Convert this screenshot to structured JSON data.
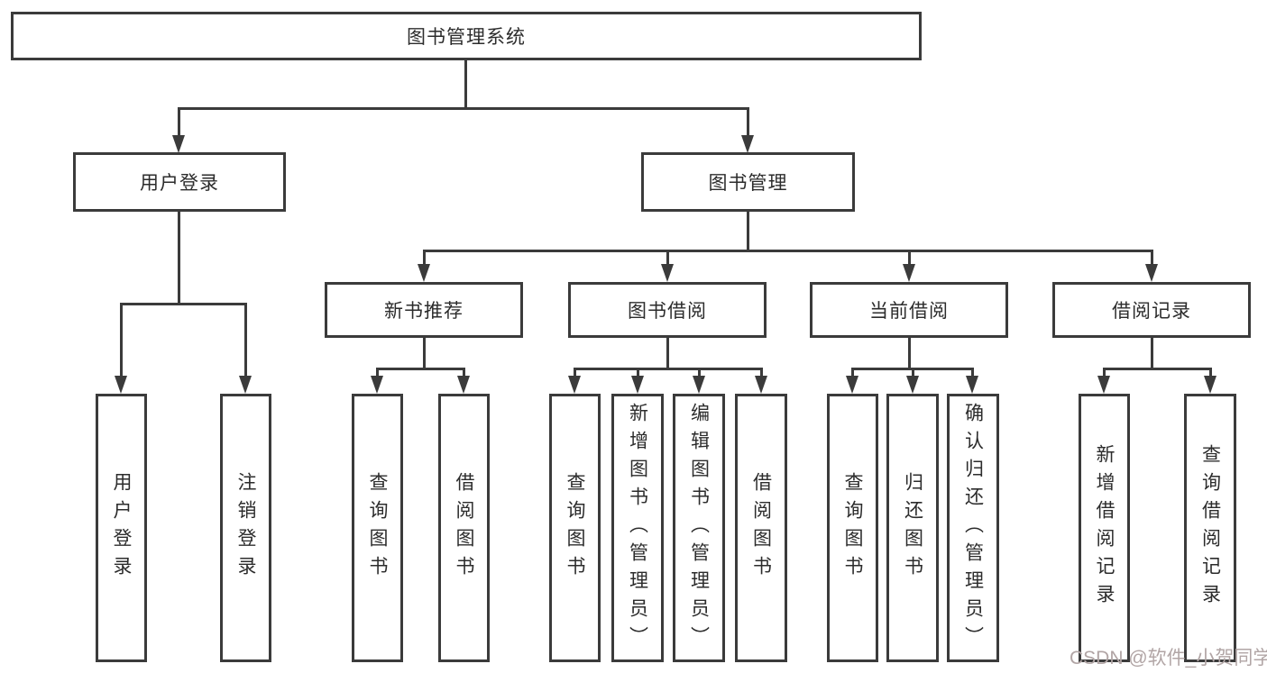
{
  "diagram": {
    "title_node": {
      "label": "图书管理系统"
    },
    "level1": {
      "user_login": {
        "label": "用户登录"
      },
      "book_mgmt": {
        "label": "图书管理"
      }
    },
    "level2": {
      "recommend": {
        "label": "新书推荐"
      },
      "borrow": {
        "label": "图书借阅"
      },
      "current": {
        "label": "当前借阅"
      },
      "records": {
        "label": "借阅记录"
      }
    },
    "leaves": {
      "user": [
        "用户登录",
        "注销登录"
      ],
      "recommend": [
        "查询图书",
        "借阅图书"
      ],
      "borrow": [
        "查询图书",
        "新增图书（管理员）",
        "编辑图书（管理员）",
        "借阅图书"
      ],
      "current": [
        "查询图书",
        "归还图书",
        "确认归还（管理员）"
      ],
      "records": [
        "新增借阅记录",
        "查询借阅记录"
      ]
    }
  },
  "watermark": {
    "text": "CSDN @软件_小贺同学"
  },
  "colors": {
    "line": "#3b3b3b",
    "text": "#2c2c2c",
    "watermark": "#b1a5a5",
    "background": "#ffffff"
  }
}
